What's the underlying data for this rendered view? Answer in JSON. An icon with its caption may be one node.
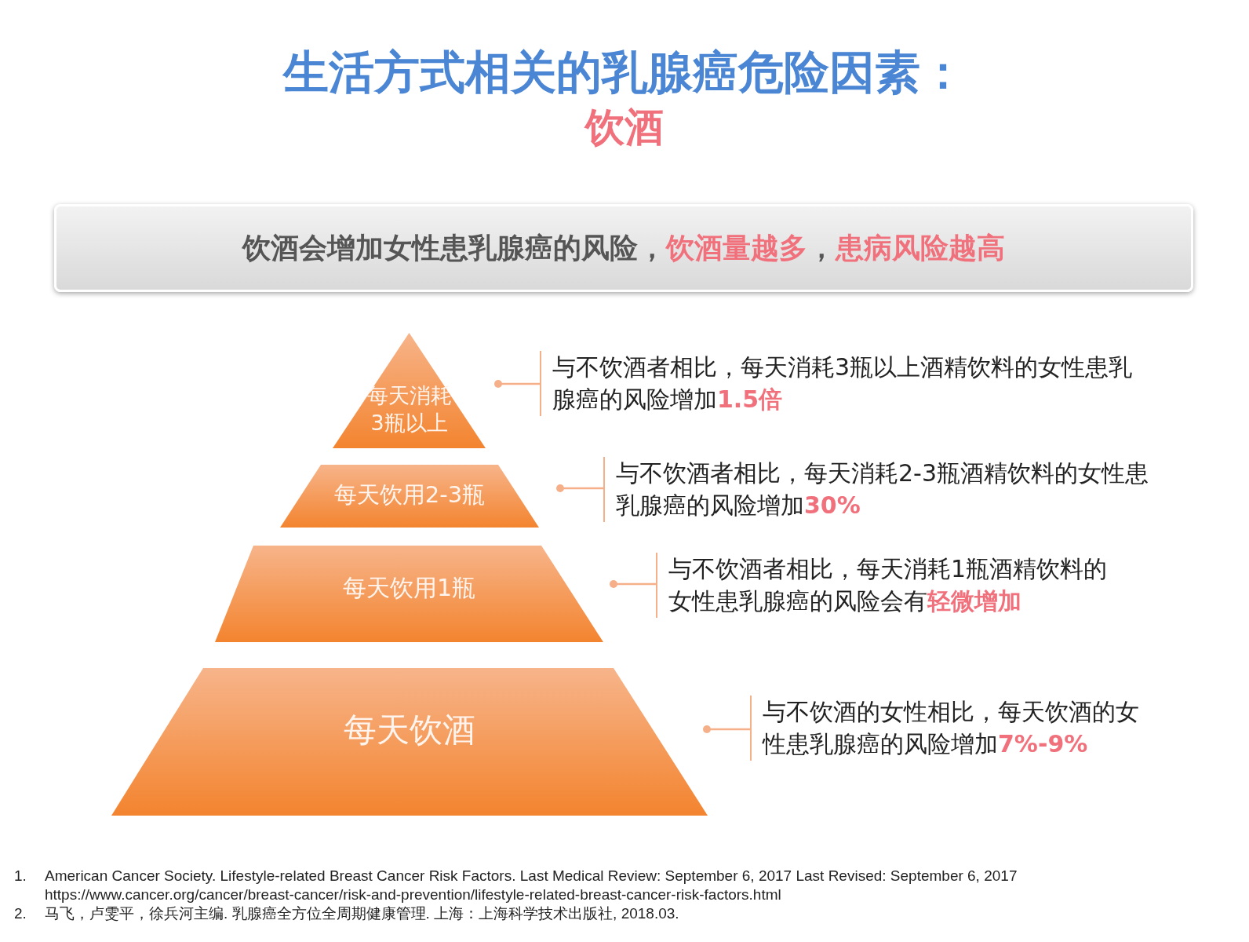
{
  "diagram": {
    "title": "生活方式相关的乳腺癌危险因素：",
    "nodes": [
      {
        "text": [
          "饮酒会增加女性患乳腺癌的风险，**饮酒量越多**，**患病风险越高**"
        ]
      },
      {
        "text": [
          "每天消耗3瓶以上"
        ]
      },
      {
        "text": [
          "每天饮用2-3瓶"
        ]
      },
      {
        "text": [
          "每天饮用1瓶"
        ]
      },
      {
        "text": [
          "每天饮酒"
        ]
      },
      {
        "text": [
          "与不饮酒者相比，每天消耗3瓶以上酒精饮料的女性患乳腺癌的风险增加**1.5倍**"
        ]
      },
      {
        "text": [
          "与不饮酒者相比，每天消耗2-3瓶酒精饮料的女性患乳腺癌的风险增加**30%**"
        ]
      },
      {
        "text": [
          "与不饮酒者相比，每天消耗1瓶酒精饮料的女性患乳腺癌的风险会有**轻微增加**"
        ]
      },
      {
        "text": [
          "与不饮酒的女性相比，每天饮酒的女性患乳腺癌的风险增加**7%-9%**"
        ]
      }
    ],
    "edges": [
      {
        "from": null,
        "to": 5,
        "arrow": "other"
      },
      {
        "from": null,
        "to": 6,
        "arrow": "other"
      },
      {
        "from": null,
        "to": 7,
        "arrow": "other"
      },
      {
        "from": null,
        "to": 8,
        "arrow": "other"
      }
    ],
    "labels": [
      "饮酒",
      "1.",
      "American Cancer Society. Lifestyle-related Breast Cancer Risk Factors. Last Medical Review: September 6, 2017 Last Revised: September 6, 2017 https://www.cancer.org/cancer/breast-cancer/risk-and-prevention/lifestyle-related-breast-cancer-risk-factors.html",
      "2.",
      "马飞，卢雯平，徐兵河主编. 乳腺癌全方位全周期健康管理. 上海：上海科学技术出版社, 2018.03."
    ]
  }
}
